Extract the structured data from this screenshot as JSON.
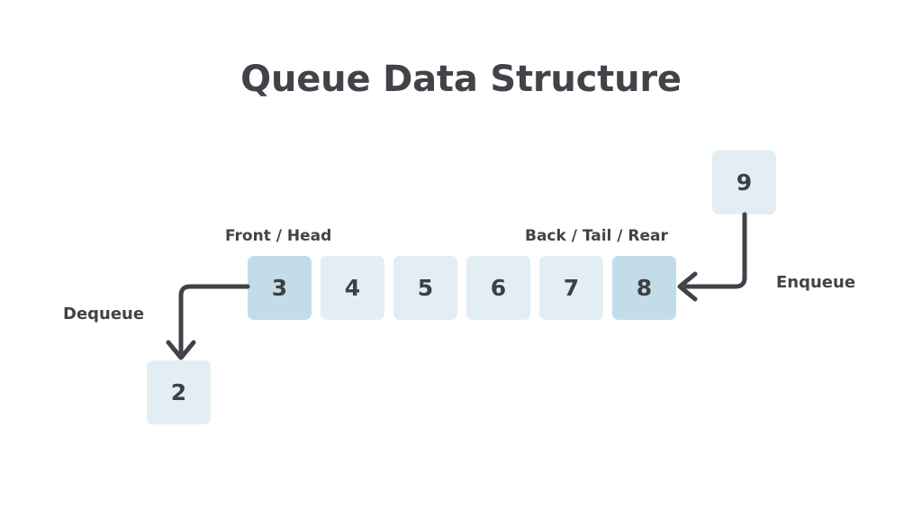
{
  "title": "Queue Data Structure",
  "colors": {
    "background": "#ffffff",
    "cell_fill": "#e3eef4",
    "cell_fill_highlight": "#c2dde9",
    "text_dark": "#414349",
    "number_text": "#3d4045",
    "arrow_stroke": "#3f4248"
  },
  "queue": {
    "cells": [
      {
        "value": "3",
        "highlight": true,
        "role": "front"
      },
      {
        "value": "4",
        "highlight": false,
        "role": "middle"
      },
      {
        "value": "5",
        "highlight": false,
        "role": "middle"
      },
      {
        "value": "6",
        "highlight": false,
        "role": "middle"
      },
      {
        "value": "7",
        "highlight": false,
        "role": "middle"
      },
      {
        "value": "8",
        "highlight": true,
        "role": "rear"
      }
    ],
    "front_label": "Front / Head",
    "back_label": "Back / Tail / Rear"
  },
  "enqueue": {
    "label": "Enqueue",
    "incoming_value": "9",
    "arrow_direction": "left",
    "arrow_icon": "arrow-left-icon"
  },
  "dequeue": {
    "label": "Dequeue",
    "outgoing_value": "2",
    "arrow_direction": "down",
    "arrow_icon": "arrow-down-icon"
  }
}
